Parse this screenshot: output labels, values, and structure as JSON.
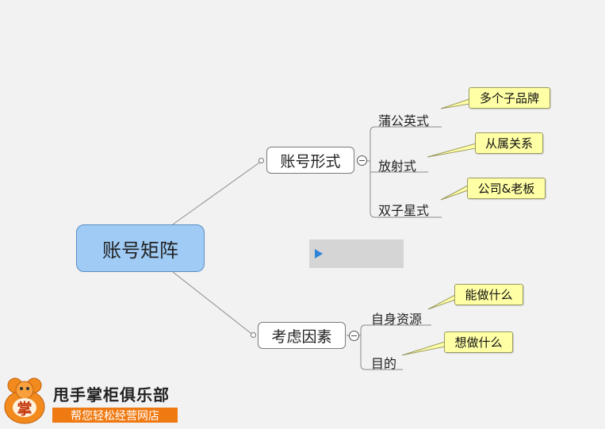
{
  "mindmap": {
    "root": {
      "label": "账号矩阵"
    },
    "branches": [
      {
        "label": "账号形式",
        "children": [
          {
            "label": "蒲公英式",
            "note": "多个子品牌"
          },
          {
            "label": "放射式",
            "note": "从属关系"
          },
          {
            "label": "双子星式",
            "note": "公司&老板"
          }
        ]
      },
      {
        "label": "考虑因素",
        "children": [
          {
            "label": "自身资源",
            "note": "能做什么"
          },
          {
            "label": "目的",
            "note": "想做什么"
          }
        ]
      }
    ],
    "collapse_symbol": "−"
  },
  "brand": {
    "mascot_char": "掌",
    "title": "甩手掌柜俱乐部",
    "subtitle": "帮您轻松经营网店"
  },
  "colors": {
    "root_fill": "#9fcbf5",
    "callout_fill": "#ffffa6",
    "brand_orange": "#f07a12",
    "play_blue": "#2f84d8"
  }
}
